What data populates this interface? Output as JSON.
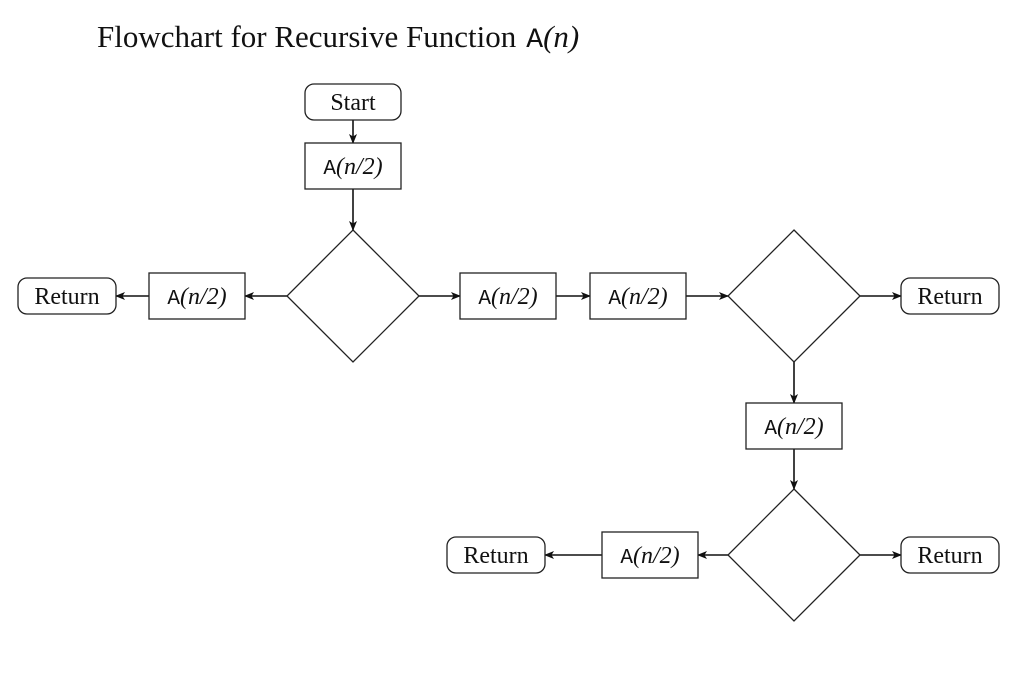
{
  "title": {
    "prefix": "Flowchart for Recursive Function",
    "func": "A",
    "args": "(n)"
  },
  "nodes": [
    {
      "id": "start",
      "kind": "terminal",
      "text": "Start"
    },
    {
      "id": "call1",
      "kind": "process",
      "func": "A",
      "args": "(n/2)"
    },
    {
      "id": "dec1",
      "kind": "decision"
    },
    {
      "id": "call_left",
      "kind": "process",
      "func": "A",
      "args": "(n/2)"
    },
    {
      "id": "ret_left",
      "kind": "terminal",
      "text": "Return"
    },
    {
      "id": "call_mid1",
      "kind": "process",
      "func": "A",
      "args": "(n/2)"
    },
    {
      "id": "call_mid2",
      "kind": "process",
      "func": "A",
      "args": "(n/2)"
    },
    {
      "id": "dec2",
      "kind": "decision"
    },
    {
      "id": "ret_right",
      "kind": "terminal",
      "text": "Return"
    },
    {
      "id": "call_down",
      "kind": "process",
      "func": "A",
      "args": "(n/2)"
    },
    {
      "id": "dec3",
      "kind": "decision"
    },
    {
      "id": "call_bottom_left",
      "kind": "process",
      "func": "A",
      "args": "(n/2)"
    },
    {
      "id": "ret_bottom_left",
      "kind": "terminal",
      "text": "Return"
    },
    {
      "id": "ret_bottom_right",
      "kind": "terminal",
      "text": "Return"
    }
  ],
  "edges": [
    {
      "from": "start",
      "to": "call1"
    },
    {
      "from": "call1",
      "to": "dec1"
    },
    {
      "from": "dec1",
      "to": "call_left"
    },
    {
      "from": "call_left",
      "to": "ret_left"
    },
    {
      "from": "dec1",
      "to": "call_mid1"
    },
    {
      "from": "call_mid1",
      "to": "call_mid2"
    },
    {
      "from": "call_mid2",
      "to": "dec2"
    },
    {
      "from": "dec2",
      "to": "ret_right"
    },
    {
      "from": "dec2",
      "to": "call_down"
    },
    {
      "from": "call_down",
      "to": "dec3"
    },
    {
      "from": "dec3",
      "to": "call_bottom_left"
    },
    {
      "from": "call_bottom_left",
      "to": "ret_bottom_left"
    },
    {
      "from": "dec3",
      "to": "ret_bottom_right"
    }
  ]
}
